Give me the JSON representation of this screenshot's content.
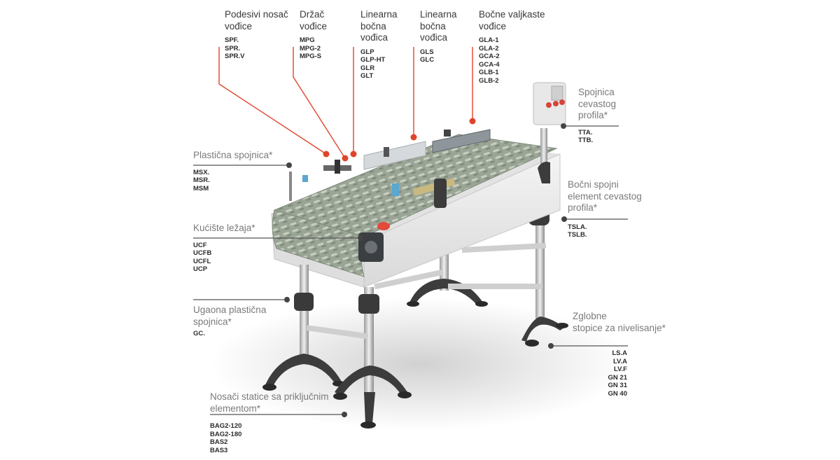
{
  "callouts": {
    "podesivi": {
      "title": [
        "Podesivi nosač",
        "vođice"
      ],
      "codes": [
        "SPF.",
        "SPR.",
        "SPR.V"
      ]
    },
    "drzac": {
      "title": [
        "Držač",
        "vođice"
      ],
      "codes": [
        "MPG",
        "MPG-2",
        "MPG-S"
      ]
    },
    "linearna1": {
      "title": [
        "Linearna",
        "bočna",
        "vođica"
      ],
      "codes": [
        "GLP",
        "GLP-HT",
        "GLR",
        "GLT"
      ]
    },
    "linearna2": {
      "title": [
        "Linearna",
        "bočna",
        "vođica"
      ],
      "codes": [
        "GLS",
        "GLC"
      ]
    },
    "bocne": {
      "title": [
        "Bočne valjkaste",
        "vođice"
      ],
      "codes": [
        "GLA-1",
        "GLA-2",
        "GCA-2",
        "GCA-4",
        "GLB-1",
        "GLB-2"
      ]
    },
    "spojnica_cev": {
      "title": [
        "Spojnica",
        "cevastog",
        "profila*"
      ],
      "codes": [
        "TTA.",
        "TTB."
      ]
    },
    "plasticna": {
      "title": [
        "Plastična spojnica*"
      ],
      "codes": [
        "MSX.",
        "MSR.",
        "MSM"
      ]
    },
    "bocni_spojni": {
      "title": [
        "Bočni spojni",
        "element cevastog",
        "profila*"
      ],
      "codes": [
        "TSLA.",
        "TSLB."
      ]
    },
    "kuciste": {
      "title": [
        "Kućište ležaja*"
      ],
      "codes": [
        "UCF",
        "UCFB",
        "UCFL",
        "UCP"
      ]
    },
    "ugaona": {
      "title": [
        "Ugaona plastična",
        "spojnica*"
      ],
      "codes": [
        "GC."
      ]
    },
    "zglobne": {
      "title": [
        "Zglobne",
        "stopice za nivelisanje*"
      ],
      "codes": [
        "LS.A",
        "LV.A",
        "LV.F",
        "GN 21",
        "GN 31",
        "GN 40"
      ]
    },
    "nosaci": {
      "title": [
        "Nosači statice sa priključnim",
        "elementom*"
      ],
      "codes": [
        "BAG2-120",
        "BAG2-180",
        "BAS2",
        "BAS3"
      ]
    }
  },
  "colors": {
    "top_leader": "#e0452c",
    "side_leader": "#555555",
    "belt": "#98a493",
    "frame": "#ececec",
    "leg": "#3c3c3c"
  }
}
